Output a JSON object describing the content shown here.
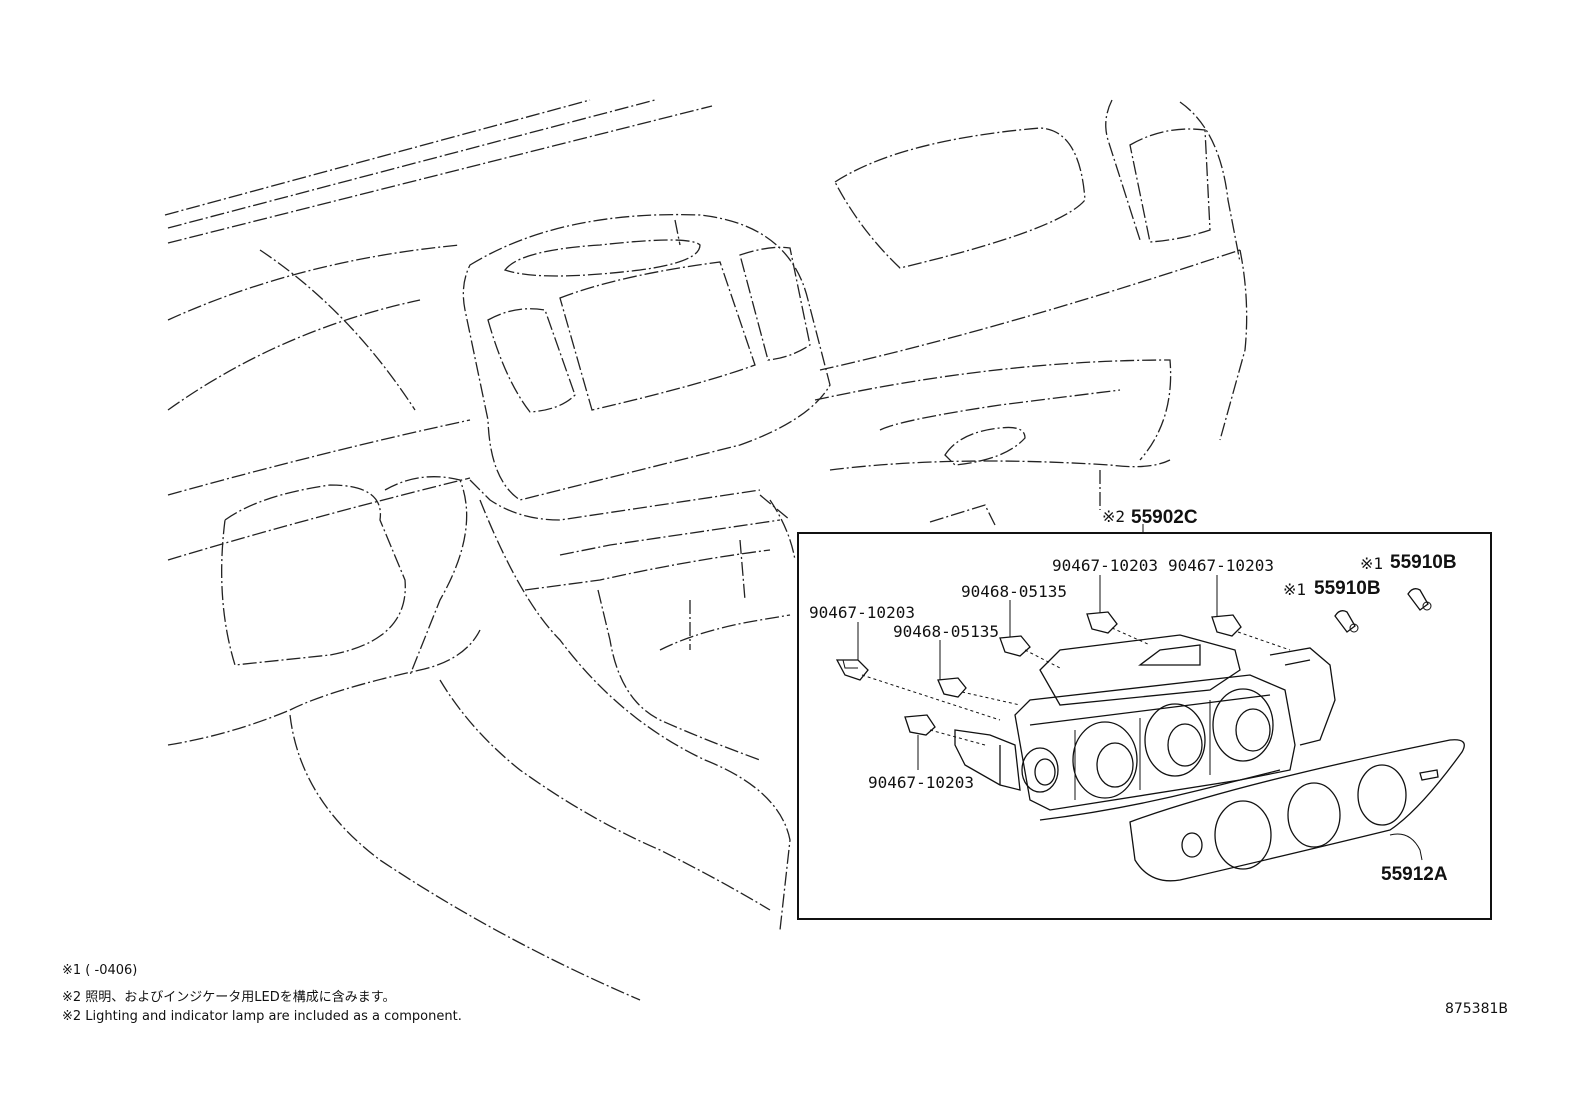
{
  "callouts": {
    "assembly": "※2",
    "assembly_part": "55902C",
    "bulb_a_mark": "※1",
    "bulb_a_part": "55910B",
    "bulb_b_mark": "※1",
    "bulb_b_part": "55910B",
    "clip_top_a": "90467-10203",
    "clip_top_b": "90467-10203",
    "clip_left": "90467-10203",
    "clip_bottom": "90467-10203",
    "clip_mid_a": "90468-05135",
    "clip_mid_b": "90468-05135",
    "panel": "55912A"
  },
  "notes": {
    "note1": "※1 (      -0406)",
    "note2": "※2 照明、およびインジケータ用LEDを構成に含みます。",
    "note3": "※2 Lighting and indicator lamp are included as a component."
  },
  "illustration_code": "875381B"
}
